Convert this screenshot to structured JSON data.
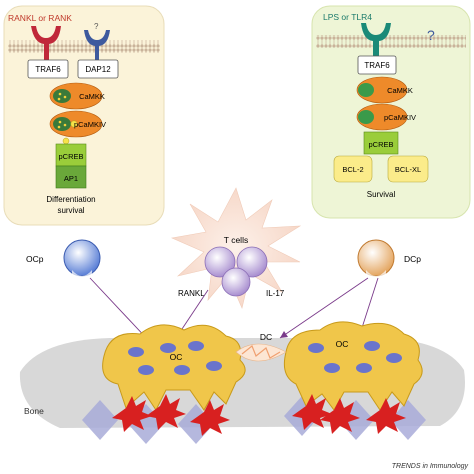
{
  "panel_left": {
    "title": "RANKL or RANK",
    "question": "?",
    "traf6": "TRAF6",
    "dap12": "DAP12",
    "camkk": "CaMKK",
    "pcamkiv": "pCaMKIV",
    "pcreb": "pCREB",
    "ap1": "AP1",
    "outcome_line1": "Differentiation",
    "outcome_line2": "survival"
  },
  "panel_right": {
    "title": "LPS or TLR4",
    "question": "?",
    "traf6": "TRAF6",
    "camkk": "CaMKK",
    "pcamkiv": "pCaMKIV",
    "pcreb": "pCREB",
    "bcl2": "BCL-2",
    "bclxl": "BCL-XL",
    "outcome": "Survival"
  },
  "center": {
    "tcells": "T cells",
    "rankl": "RANKL",
    "il17": "IL-17"
  },
  "cells": {
    "ocp": "OCp",
    "dcp": "DCp",
    "dc": "DC",
    "oc_left": "OC",
    "oc_right": "OC",
    "bone": "Bone"
  },
  "footer": {
    "credit": "TRENDS in Immunology"
  },
  "colors": {
    "panel_bg_left": "#fbf3d9",
    "panel_bg_right": "#eef5d6",
    "camkk": "#ee8a2a",
    "pcreb": "#9acd3a",
    "ap1": "#6aa83a",
    "bcl": "#fbec8a",
    "oc": "#f0c64a",
    "bone": "#d8d8d8",
    "nucleus": "#6a74cc"
  }
}
